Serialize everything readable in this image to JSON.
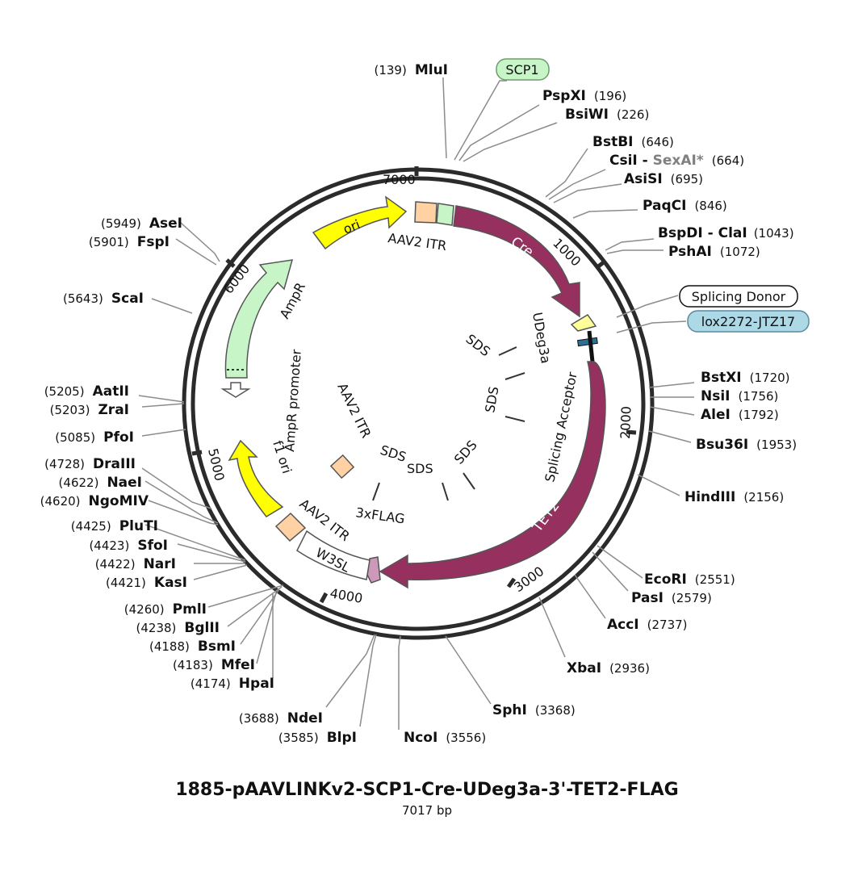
{
  "title": "1885-pAAVLINKv2-SCP1-Cre-UDeg3a-3'-TET2-FLAG",
  "length_label": "7017 bp",
  "sites": [
    {
      "name": "MluI",
      "pos": "(139)"
    },
    {
      "name": "PspXI",
      "pos": "(196)"
    },
    {
      "name": "BsiWI",
      "pos": "(226)"
    },
    {
      "name": "BstBI",
      "pos": "(646)"
    },
    {
      "name": "CsiI",
      "sep": " - ",
      "name2": "SexAI*",
      "pos": "(664)"
    },
    {
      "name": "AsiSI",
      "pos": "(695)"
    },
    {
      "name": "PaqCI",
      "pos": "(846)"
    },
    {
      "name": "BspDI",
      "sep": " - ",
      "name2": "ClaI",
      "pos": "(1043)"
    },
    {
      "name": "PshAI",
      "pos": "(1072)"
    },
    {
      "name": "BstXI",
      "pos": "(1720)"
    },
    {
      "name": "NsiI",
      "pos": "(1756)"
    },
    {
      "name": "AleI",
      "pos": "(1792)"
    },
    {
      "name": "Bsu36I",
      "pos": "(1953)"
    },
    {
      "name": "HindIII",
      "pos": "(2156)"
    },
    {
      "name": "EcoRI",
      "pos": "(2551)"
    },
    {
      "name": "PasI",
      "pos": "(2579)"
    },
    {
      "name": "AccI",
      "pos": "(2737)"
    },
    {
      "name": "XbaI",
      "pos": "(2936)"
    },
    {
      "name": "SphI",
      "pos": "(3368)"
    },
    {
      "name": "NcoI",
      "pos": "(3556)"
    },
    {
      "name": "BlpI",
      "pos": "(3585)"
    },
    {
      "name": "NdeI",
      "pos": "(3688)"
    },
    {
      "name": "HpaI",
      "pos": "(4174)"
    },
    {
      "name": "MfeI",
      "pos": "(4183)"
    },
    {
      "name": "BsmI",
      "pos": "(4188)"
    },
    {
      "name": "BglII",
      "pos": "(4238)"
    },
    {
      "name": "PmlI",
      "pos": "(4260)"
    },
    {
      "name": "KasI",
      "pos": "(4421)"
    },
    {
      "name": "NarI",
      "pos": "(4422)"
    },
    {
      "name": "SfoI",
      "pos": "(4423)"
    },
    {
      "name": "PluTI",
      "pos": "(4425)"
    },
    {
      "name": "NgoMIV",
      "pos": "(4620)"
    },
    {
      "name": "NaeI",
      "pos": "(4622)"
    },
    {
      "name": "DraIII",
      "pos": "(4728)"
    },
    {
      "name": "PfoI",
      "pos": "(5085)"
    },
    {
      "name": "ZraI",
      "pos": "(5203)"
    },
    {
      "name": "AatII",
      "pos": "(5205)"
    },
    {
      "name": "ScaI",
      "pos": "(5643)"
    },
    {
      "name": "FspI",
      "pos": "(5901)"
    },
    {
      "name": "AseI",
      "pos": "(5949)"
    }
  ],
  "ticks": [
    "1000",
    "2000",
    "3000",
    "4000",
    "5000",
    "6000",
    "7000"
  ],
  "boxed_labels": [
    {
      "text": "SCP1",
      "color": "#c8f5c8"
    },
    {
      "text": "Splicing Donor",
      "color": "#ffffff"
    },
    {
      "text": "lox2272-JTZ17",
      "color": "#add8e6"
    }
  ],
  "features": {
    "cre": "Cre",
    "tet2": "TET2",
    "ori": "ori",
    "ampr": "AmpR",
    "f1_ori": "f1 ori",
    "aav2_itr_top": "AAV2 ITR",
    "aav2_itr_bottom": "AAV2 ITR",
    "aav2_itr_inner": "AAV2 ITR",
    "w3sl": "W3SL",
    "udeg3a": "UDeg3a",
    "splicing_acceptor": "Splicing Acceptor",
    "ampr_promoter": "AmpR promoter",
    "flag": "3xFLAG",
    "sds_1": "SDS",
    "sds_2": "SDS",
    "sds_3": "SDS",
    "sds_4": "SDS",
    "sds_5": "SDS"
  },
  "colors": {
    "cre_tet2": "#96305f",
    "ori_f1": "#ffff00",
    "ampr": "#c8f5c8",
    "itr": "#ffd1a3",
    "scp1": "#c8f5c8",
    "splicing_donor": "#ffff99",
    "lox": "#2f6f8f",
    "flag": "#cc99bb"
  }
}
